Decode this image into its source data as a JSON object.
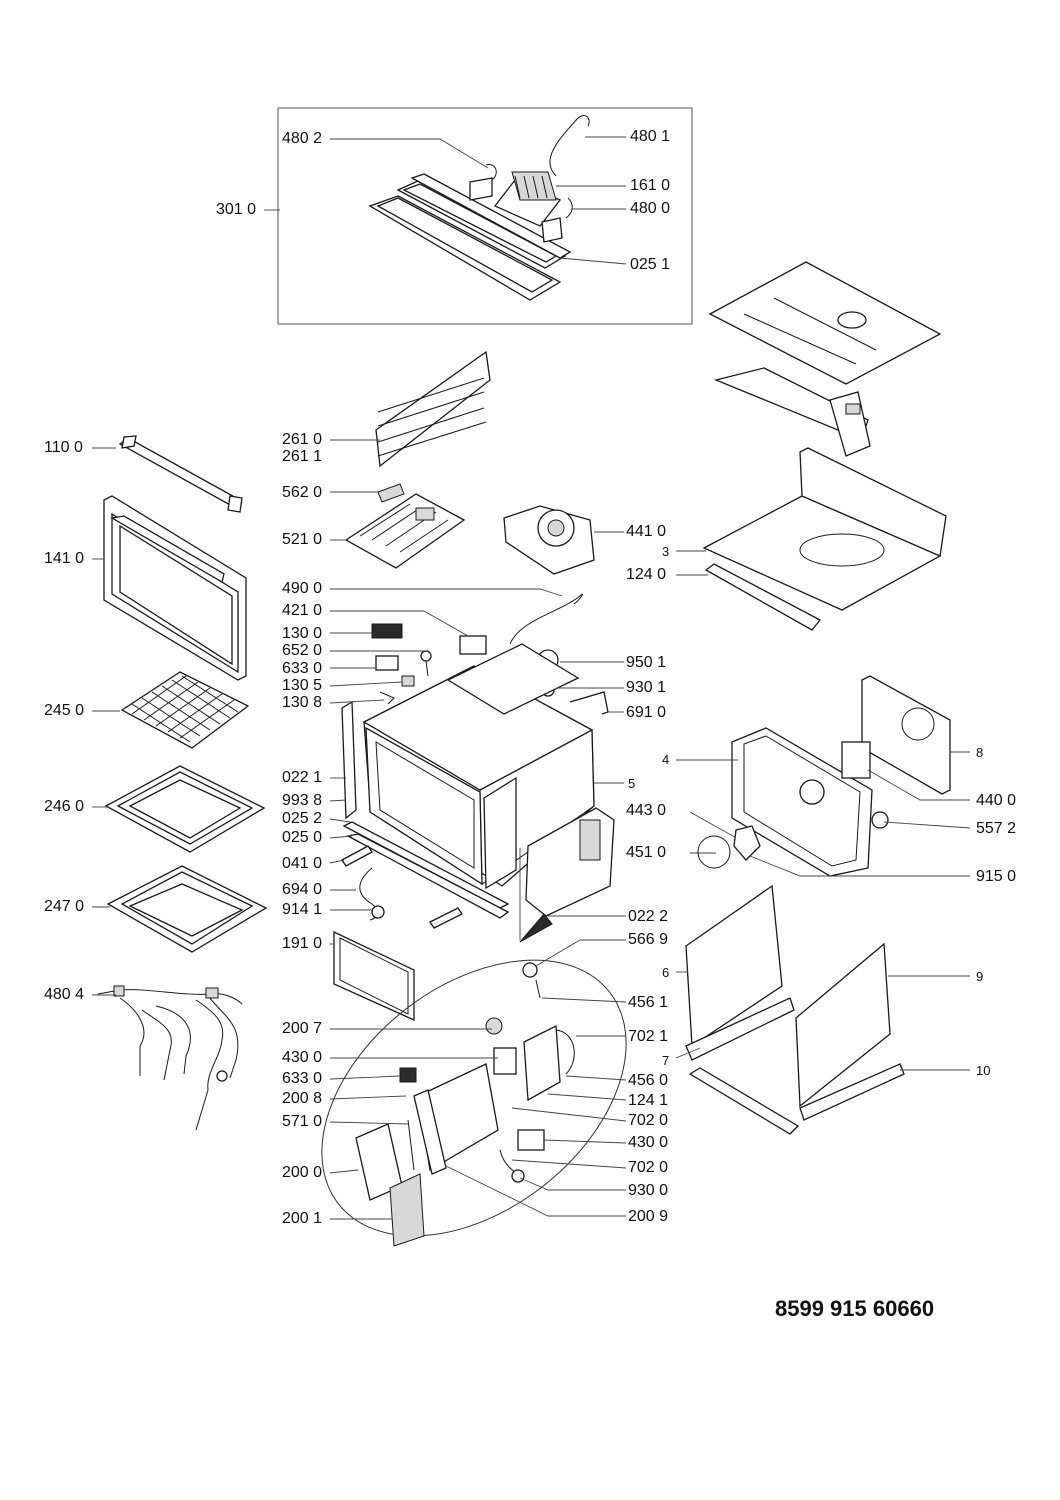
{
  "model_number": "8599 915 60660",
  "labels": {
    "top_box": [
      "480 2",
      "480 1",
      "161 0",
      "480 0",
      "025 1",
      "301 0"
    ],
    "left_column": [
      "110 0",
      "141 0",
      "245 0",
      "246 0",
      "247 0",
      "480 4"
    ],
    "center_upper": [
      "261 0",
      "261 1",
      "562 0",
      "521 0",
      "490 0",
      "421 0",
      "130 0",
      "652 0",
      "633 0",
      "130 5",
      "130 8"
    ],
    "center_lower": [
      "022 1",
      "993 8",
      "025 2",
      "025 0",
      "041 0",
      "694 0",
      "914 1",
      "191 0"
    ],
    "ellipse_left": [
      "200 7",
      "430 0",
      "633 0",
      "200 8",
      "571 0",
      "200 0",
      "200 1"
    ],
    "ellipse_right": [
      "566 9",
      "456 1",
      "702 1",
      "456 0",
      "124 1",
      "702 0",
      "430 0",
      "702 0",
      "930 0",
      "200 9"
    ],
    "middle_right": [
      "441 0",
      "950 1",
      "930 1",
      "691 0",
      "443 0",
      "451 0",
      "022 2"
    ],
    "right_column": [
      "3",
      "124 0",
      "4",
      "5",
      "8",
      "440 0",
      "557 2",
      "915 0",
      "6",
      "7",
      "9",
      "10"
    ]
  }
}
